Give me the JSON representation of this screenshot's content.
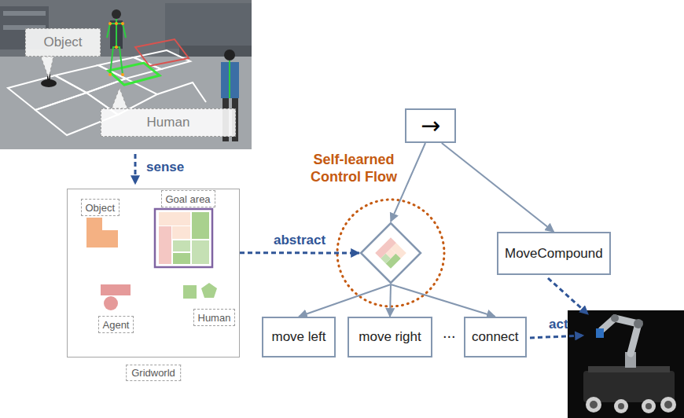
{
  "diagram": {
    "nodes": [
      {
        "text": [
          "Object"
        ]
      },
      {
        "text": [
          "Human"
        ]
      },
      {
        "text": [
          "Gridworld"
        ]
      },
      {
        "text": [
          "Object"
        ],
        "in": 2
      },
      {
        "text": [
          "Goal area"
        ],
        "in": 2
      },
      {
        "text": [
          "Agent"
        ],
        "in": 2
      },
      {
        "text": [
          "Human"
        ],
        "in": 2
      },
      {
        "text": [
          "→"
        ]
      },
      {
        "text": [
          "Self-learned Control Flow"
        ]
      },
      {
        "text": [
          "MoveCompound"
        ]
      },
      {
        "text": [
          "move left"
        ]
      },
      {
        "text": [
          "move right"
        ]
      },
      {
        "text": [
          "connect"
        ]
      }
    ],
    "edges": [
      {
        "from": 2,
        "to": 8,
        "arrow": "to",
        "label": "abstract"
      },
      {
        "from": 7,
        "to": 8,
        "arrow": "to"
      },
      {
        "from": 7,
        "to": 9,
        "arrow": "to"
      },
      {
        "from": 8,
        "to": 10,
        "arrow": "to"
      },
      {
        "from": 8,
        "to": 11,
        "arrow": "to"
      },
      {
        "from": 8,
        "to": 12,
        "arrow": "to"
      }
    ],
    "labels": [
      "sense",
      "...",
      "act"
    ]
  }
}
